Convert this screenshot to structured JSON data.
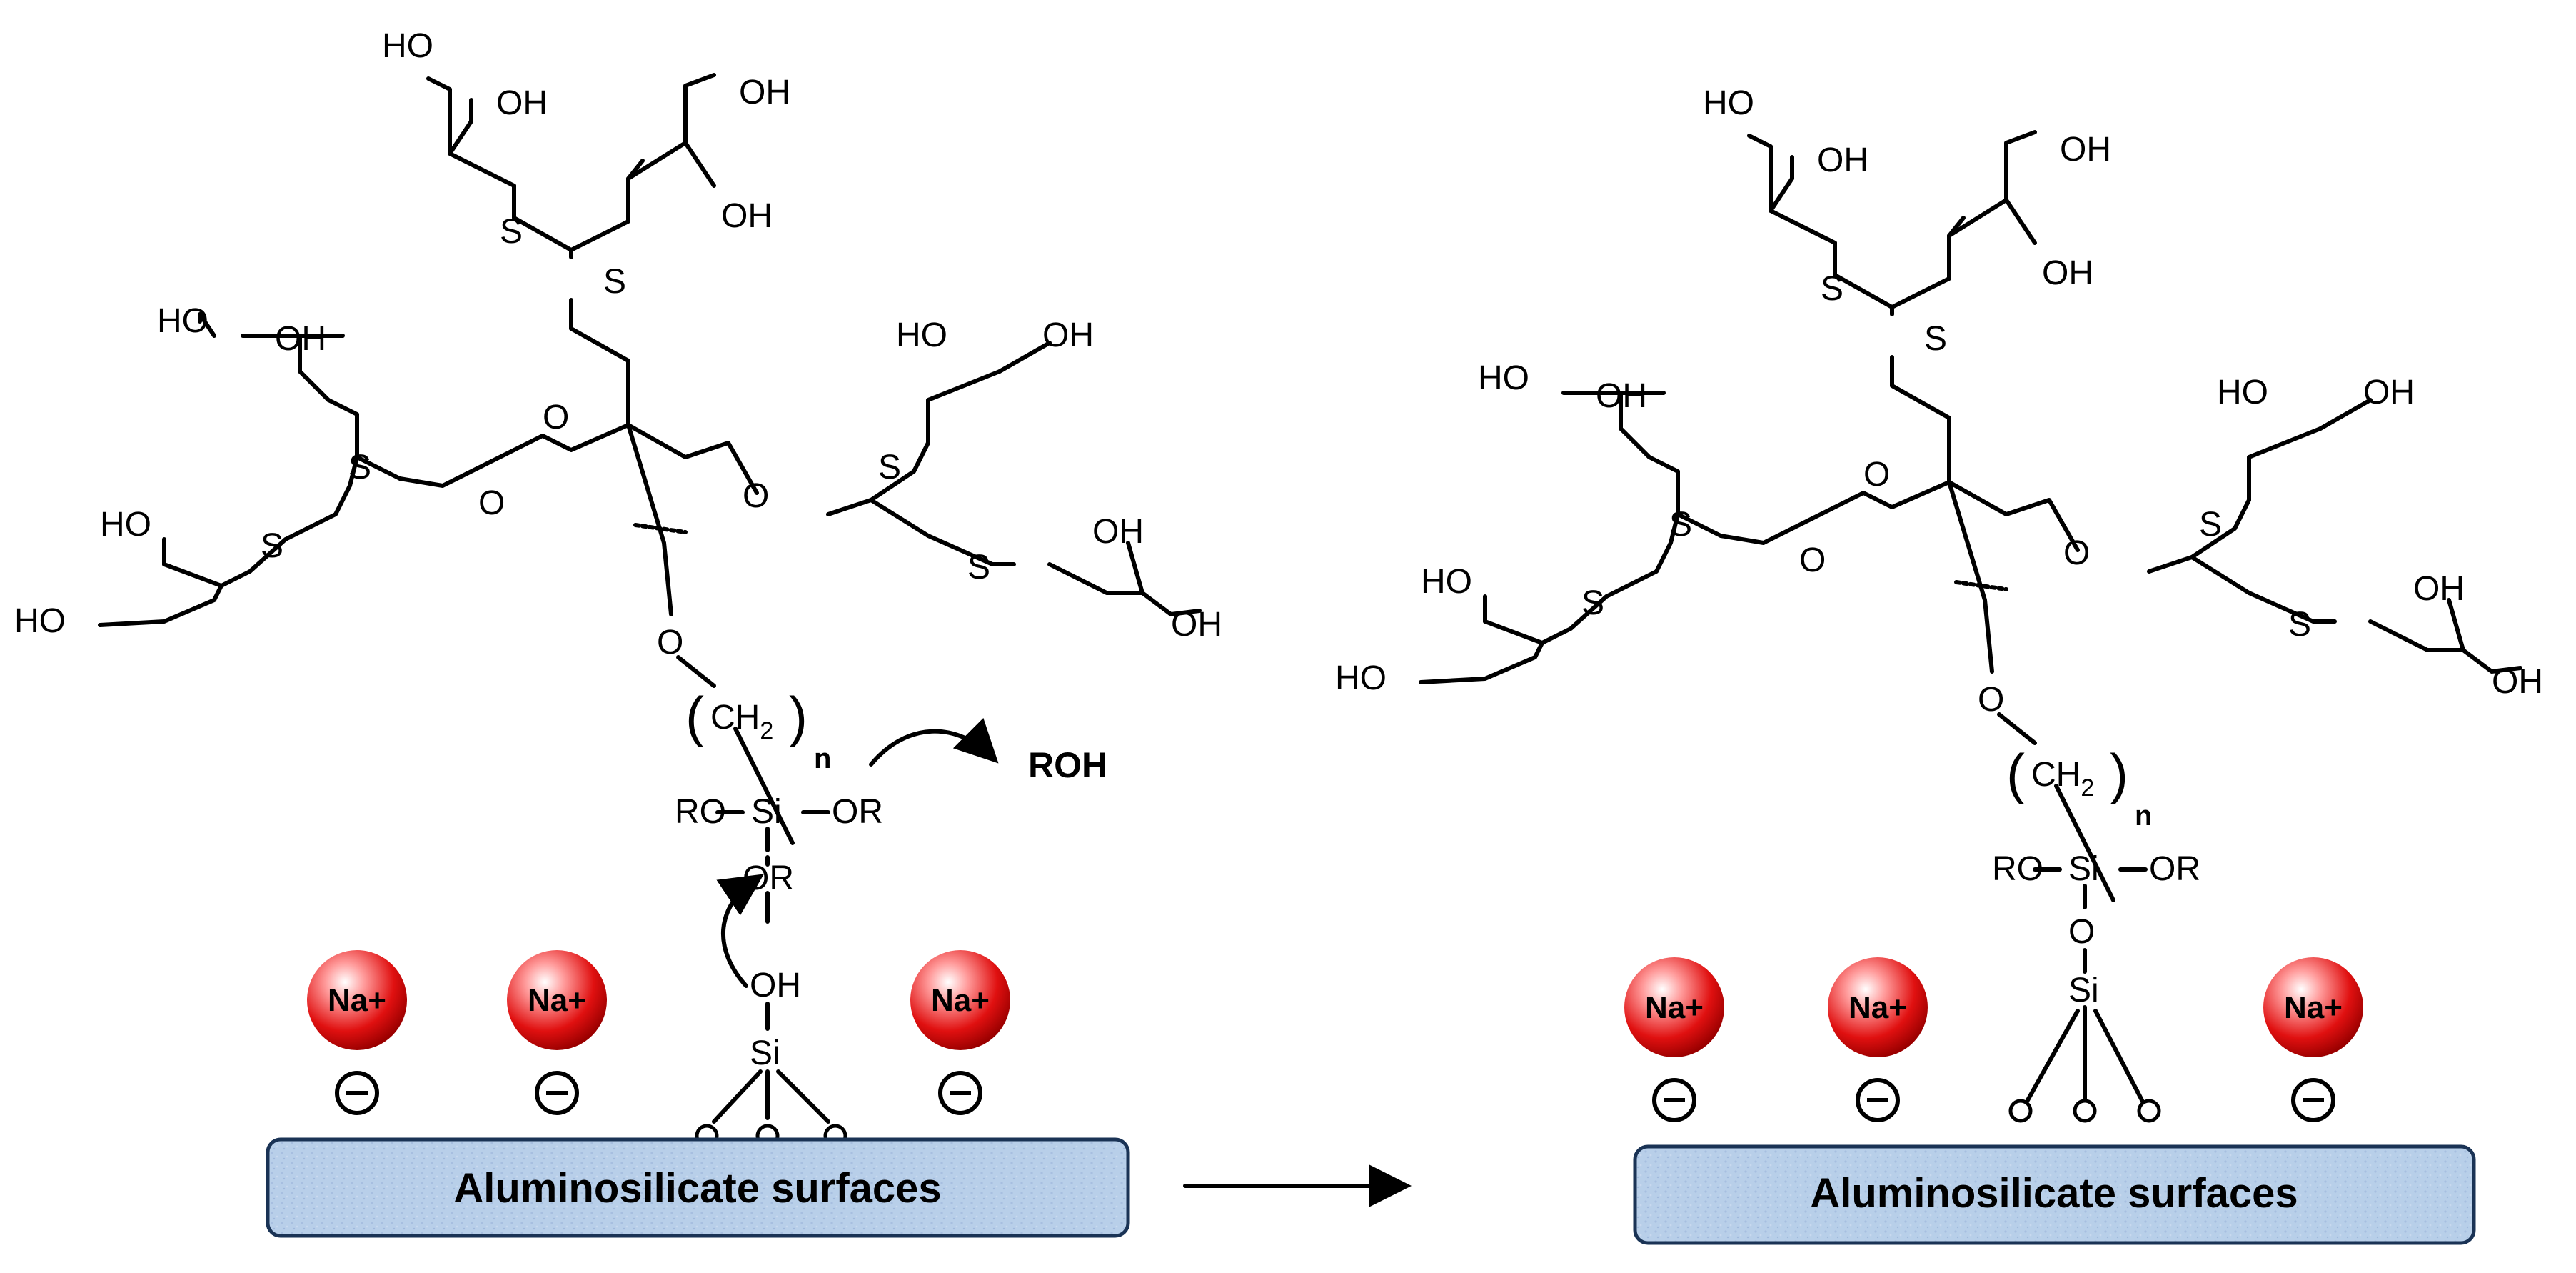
{
  "labels": {
    "surface": "Aluminosilicate surfaces",
    "cation": "Na+",
    "leaving_group": "ROH",
    "oh": "OH",
    "ho": "HO",
    "s": "S",
    "o": "O",
    "si": "Si",
    "ro": "RO",
    "or": "OR",
    "ch2_c": "CH",
    "ch2_sub": "2",
    "n": "n"
  },
  "colors": {
    "surface_fill": "#b6cde8",
    "surface_border": "#1a3355",
    "cation_red": "#e01010",
    "line": "#000000"
  },
  "icons": [
    "negative-charge-icon",
    "reaction-arrow-icon",
    "curved-arrow-icon"
  ]
}
